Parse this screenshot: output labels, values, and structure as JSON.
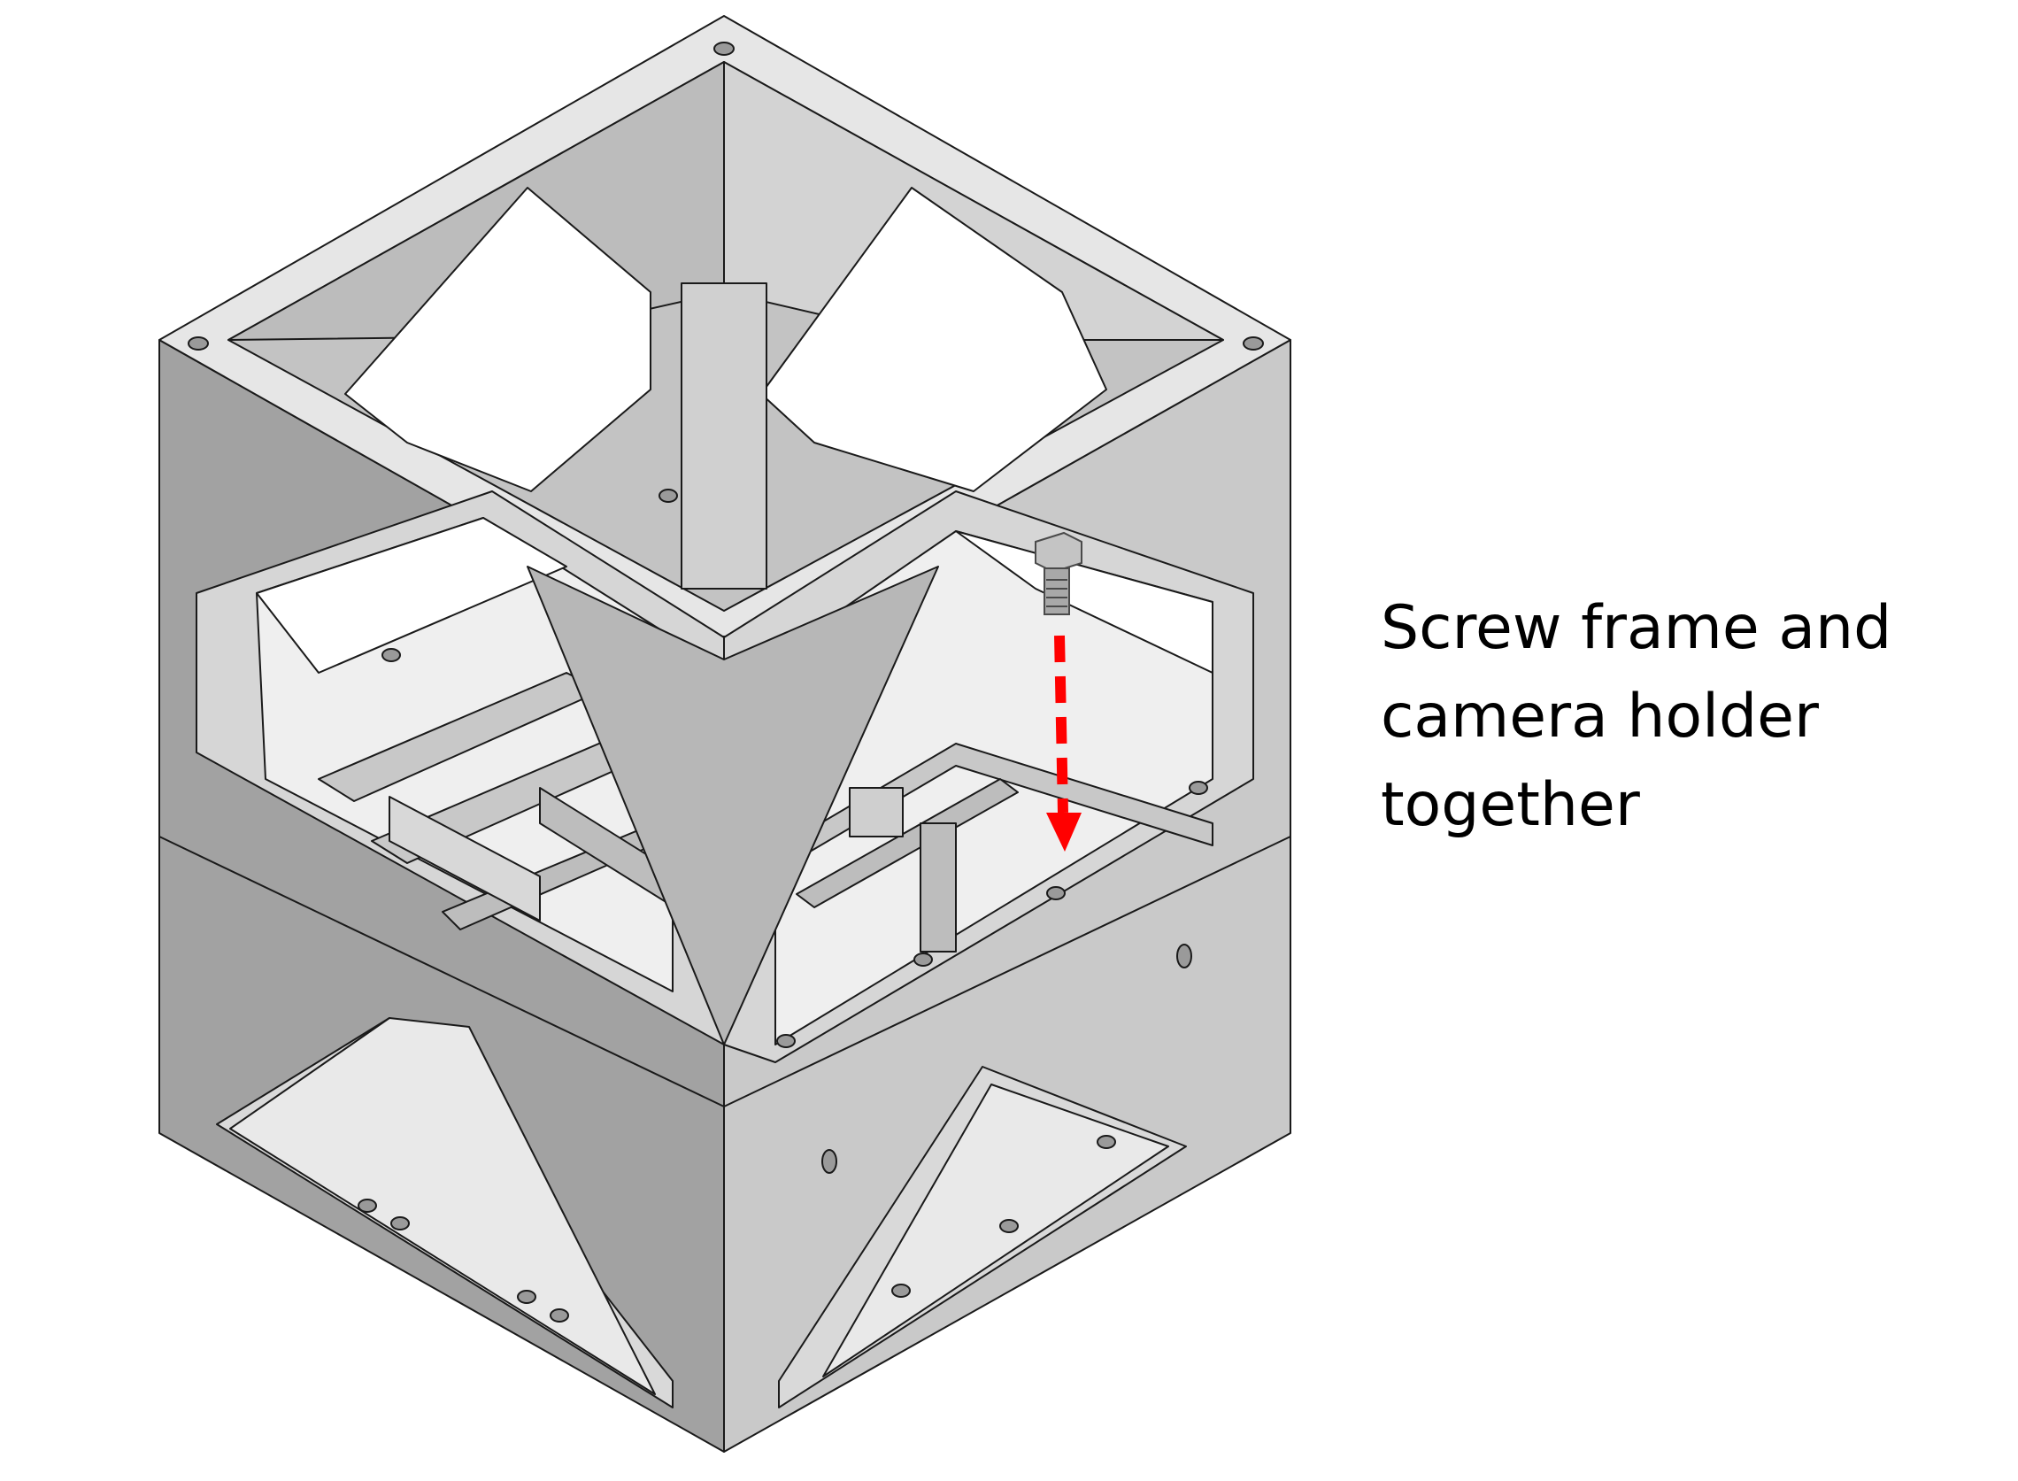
{
  "caption": {
    "lines": [
      "Screw frame and",
      "camera holder",
      "together"
    ]
  },
  "arrow": {
    "color": "#ff0000",
    "style": "dashed",
    "direction": "down"
  },
  "icons": {
    "bolt": "hex-bolt-icon"
  },
  "colors": {
    "background": "#ffffff",
    "face_light": "#e6e6e6",
    "face_mid": "#c3c3c3",
    "face_dark": "#a2a2a2",
    "edge": "#1a1a1a",
    "annotation": "#ff0000"
  }
}
